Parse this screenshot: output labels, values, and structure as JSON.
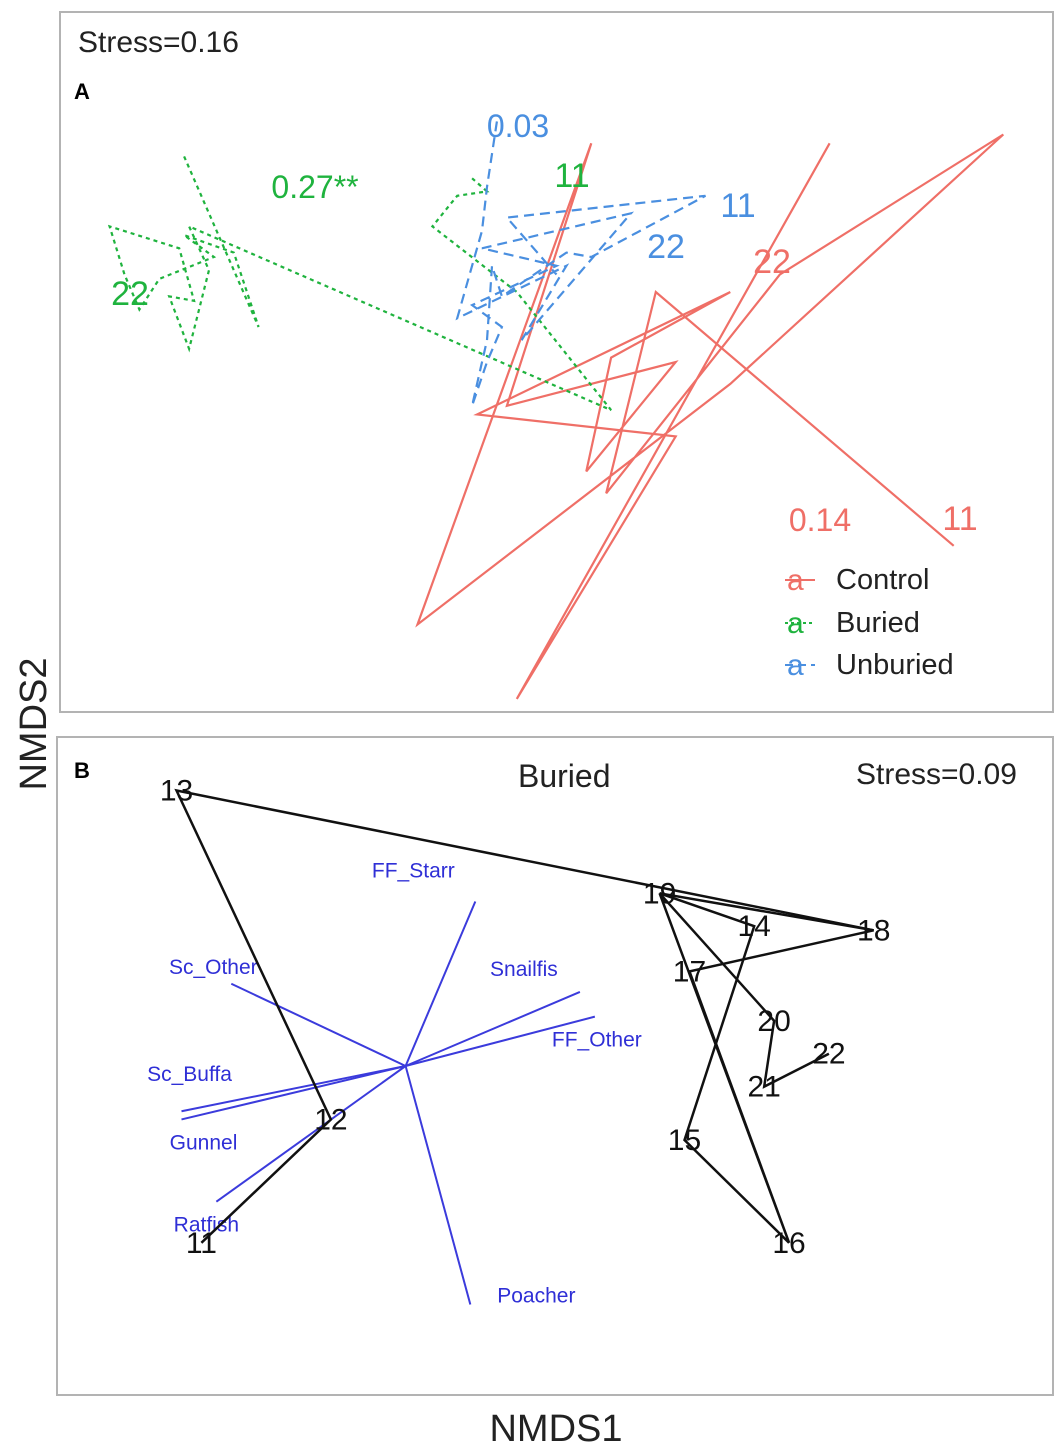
{
  "figure": {
    "xlabel": "NMDS1",
    "ylabel": "NMDS2"
  },
  "chart_data": [
    {
      "type": "scatter",
      "panel": "A",
      "stress_label": "Stress=0.16",
      "xlim": [
        -1.0,
        1.0
      ],
      "ylim": [
        -0.8,
        0.8
      ],
      "legend": {
        "placement": "bottom-right",
        "key_glyph": "a",
        "entries": [
          "Control",
          "Buried",
          "Unburied"
        ]
      },
      "series": [
        {
          "name": "Control",
          "color": "#ef6f67",
          "dash": "solid",
          "stat": "0.14",
          "point_labels": [
            "22",
            "11"
          ],
          "path": [
            [
              0.8,
              -0.42
            ],
            [
              0.2,
              0.16
            ],
            [
              0.1,
              -0.3
            ],
            [
              0.45,
              0.2
            ],
            [
              0.9,
              0.52
            ],
            [
              0.35,
              -0.05
            ],
            [
              -0.28,
              -0.6
            ],
            [
              0.07,
              0.5
            ],
            [
              -0.1,
              -0.1
            ],
            [
              0.24,
              0.0
            ],
            [
              0.06,
              -0.25
            ],
            [
              0.11,
              0.01
            ],
            [
              0.35,
              0.16
            ],
            [
              -0.16,
              -0.12
            ],
            [
              0.24,
              -0.17
            ],
            [
              -0.08,
              -0.77
            ],
            [
              0.55,
              0.5
            ]
          ]
        },
        {
          "name": "Buried",
          "color": "#1fb33e",
          "dash": "dotted",
          "stat": "0.27**",
          "point_labels": [
            "11",
            "22"
          ],
          "path": [
            [
              -0.75,
              0.47
            ],
            [
              -0.6,
              0.08
            ],
            [
              -0.65,
              0.25
            ],
            [
              -0.75,
              0.29
            ],
            [
              -0.69,
              0.24
            ],
            [
              -0.8,
              0.19
            ],
            [
              -0.84,
              0.12
            ],
            [
              -0.87,
              0.2
            ],
            [
              -0.9,
              0.31
            ],
            [
              -0.76,
              0.26
            ],
            [
              -0.73,
              0.14
            ],
            [
              -0.78,
              0.15
            ],
            [
              -0.74,
              0.03
            ],
            [
              -0.7,
              0.21
            ],
            [
              -0.74,
              0.31
            ],
            [
              0.11,
              -0.11
            ],
            [
              -0.08,
              0.16
            ],
            [
              -0.25,
              0.31
            ],
            [
              -0.2,
              0.38
            ],
            [
              -0.14,
              0.39
            ],
            [
              -0.17,
              0.42
            ]
          ]
        },
        {
          "name": "Unburied",
          "color": "#4a8fe0",
          "dash": "dashed",
          "stat": "0.03",
          "point_labels": [
            "11",
            "22"
          ],
          "path": [
            [
              -0.12,
              0.55
            ],
            [
              -0.14,
              0.4
            ],
            [
              -0.15,
              0.3
            ],
            [
              -0.2,
              0.1
            ],
            [
              0.02,
              0.22
            ],
            [
              -0.07,
              0.05
            ],
            [
              0.15,
              0.34
            ],
            [
              -0.15,
              0.26
            ],
            [
              0.0,
              0.22
            ],
            [
              -0.17,
              0.13
            ],
            [
              -0.11,
              0.08
            ],
            [
              -0.14,
              0.0
            ],
            [
              -0.17,
              -0.1
            ],
            [
              -0.14,
              0.05
            ],
            [
              -0.13,
              0.22
            ],
            [
              -0.11,
              0.15
            ],
            [
              0.02,
              0.25
            ],
            [
              0.07,
              0.24
            ],
            [
              0.3,
              0.38
            ],
            [
              -0.1,
              0.33
            ],
            [
              0.0,
              0.2
            ]
          ]
        }
      ]
    },
    {
      "type": "scatter",
      "panel": "B",
      "title": "Buried",
      "stress_label": "Stress=0.09",
      "xlim": [
        -1.0,
        1.0
      ],
      "ylim": [
        -0.8,
        0.8
      ],
      "points": [
        {
          "label": "13",
          "x": -0.76,
          "y": 0.67
        },
        {
          "label": "19",
          "x": 0.21,
          "y": 0.42
        },
        {
          "label": "14",
          "x": 0.4,
          "y": 0.34
        },
        {
          "label": "18",
          "x": 0.64,
          "y": 0.33
        },
        {
          "label": "17",
          "x": 0.27,
          "y": 0.23
        },
        {
          "label": "20",
          "x": 0.44,
          "y": 0.11
        },
        {
          "label": "22",
          "x": 0.55,
          "y": 0.03
        },
        {
          "label": "21",
          "x": 0.42,
          "y": -0.05
        },
        {
          "label": "12",
          "x": -0.45,
          "y": -0.13
        },
        {
          "label": "15",
          "x": 0.26,
          "y": -0.18
        },
        {
          "label": "11",
          "x": -0.71,
          "y": -0.43
        },
        {
          "label": "16",
          "x": 0.47,
          "y": -0.43
        }
      ],
      "path": [
        "18",
        "13",
        "12",
        "11"
      ],
      "path2": [
        "18",
        "17",
        "16",
        "19",
        "20",
        "21",
        "22"
      ],
      "path3": [
        "19",
        "14",
        "15",
        "16"
      ],
      "path4": [
        "19",
        "18"
      ],
      "vectors": {
        "origin": [
          -0.3,
          0.0
        ],
        "color": "#3b3bdc",
        "items": [
          {
            "name": "FF_Starr",
            "x": -0.16,
            "y": 0.4
          },
          {
            "name": "Snailfis",
            "x": 0.05,
            "y": 0.18
          },
          {
            "name": "FF_Other",
            "x": 0.08,
            "y": 0.12
          },
          {
            "name": "Sc_Other",
            "x": -0.65,
            "y": 0.2
          },
          {
            "name": "Sc_Buffa",
            "x": -0.75,
            "y": -0.11
          },
          {
            "name": "Gunnel",
            "x": -0.75,
            "y": -0.13
          },
          {
            "name": "Ratfish",
            "x": -0.68,
            "y": -0.33
          },
          {
            "name": "Poacher",
            "x": -0.17,
            "y": -0.58
          }
        ]
      }
    }
  ]
}
